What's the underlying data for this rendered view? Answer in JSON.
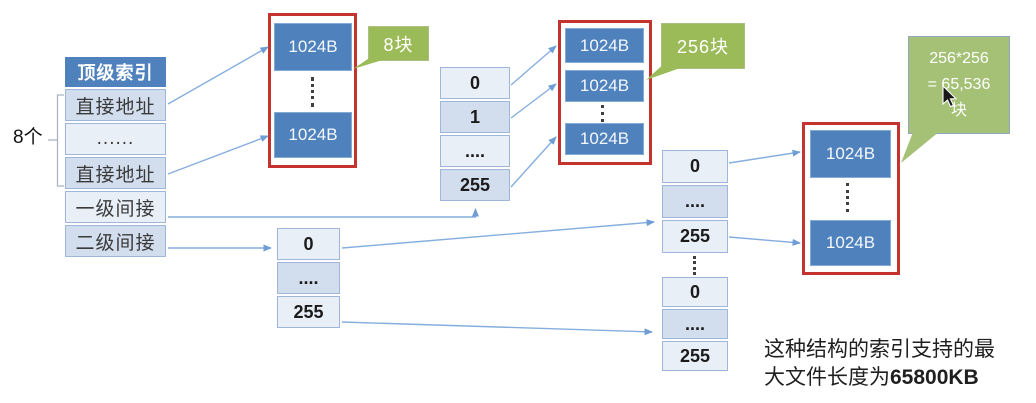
{
  "top_index": {
    "count_label": "8个",
    "header": "顶级索引",
    "rows": [
      "直接地址",
      "......",
      "直接地址",
      "一级间接",
      "二级间接"
    ]
  },
  "block_label": "1024B",
  "badges": {
    "direct": "8块",
    "single_indirect": "256块",
    "double_indirect": [
      "256*256",
      "= 65,536",
      "块"
    ]
  },
  "tables": {
    "single_indirect": [
      "0",
      "1",
      "....",
      "255"
    ],
    "double_l1": [
      "0",
      "....",
      "255"
    ],
    "double_l2_top": [
      "0",
      "....",
      "255"
    ],
    "double_l2_bottom": [
      "0",
      "....",
      "255"
    ]
  },
  "footnote": {
    "line1": "这种结构的索引支持的最",
    "line2_text": "大文件长度为",
    "line2_bold": "65800KB"
  },
  "colors": {
    "index_header_blue": "#4f81bd",
    "block_blue": "#4f81bd",
    "row_light": "#e9eff7",
    "row_dark": "#d2deee",
    "callout_green": "#9bbb59",
    "frame_red": "#c4332e",
    "arrow_blue": "#7da7d9"
  }
}
